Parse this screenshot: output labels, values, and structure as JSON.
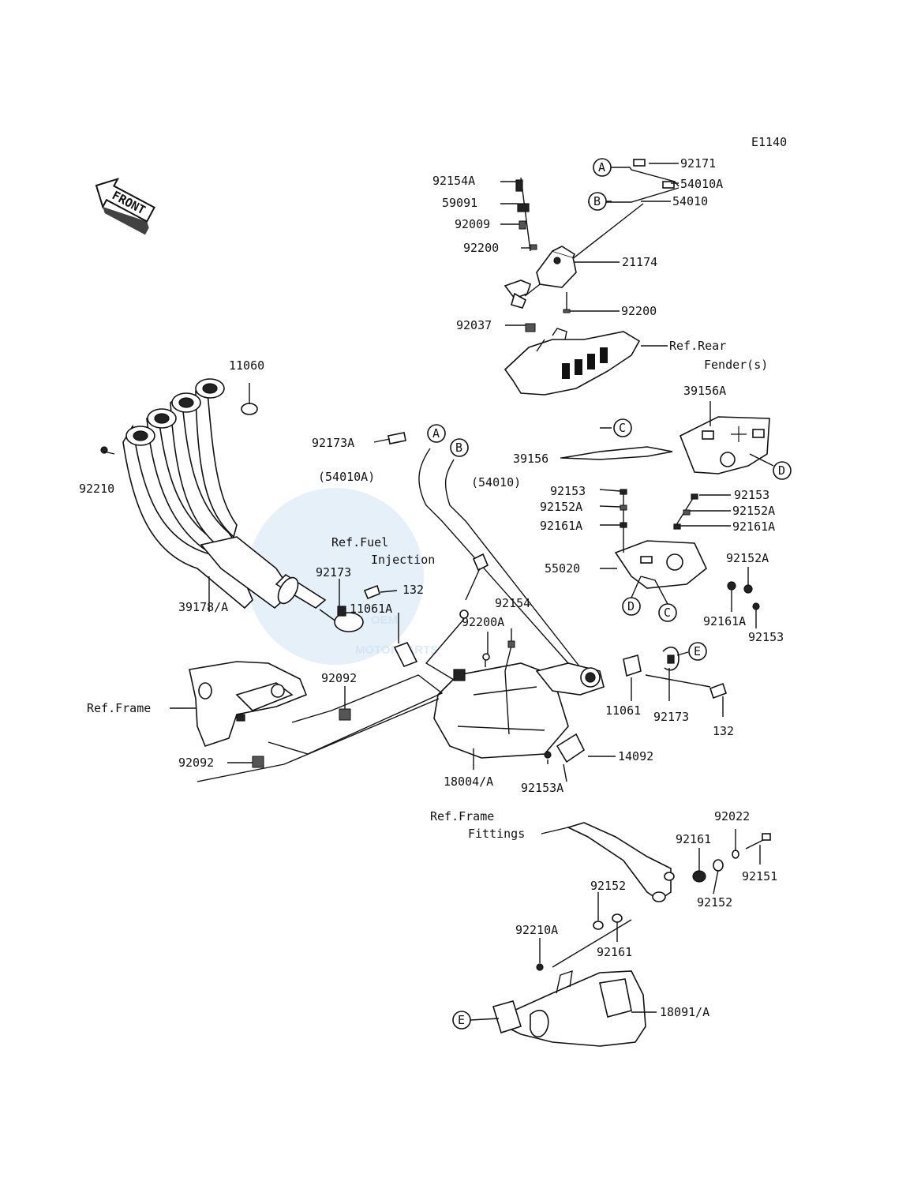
{
  "diagram_code": "E1140",
  "front_label": "FRONT",
  "watermark": {
    "brand": "OEM",
    "sub": "MOTORPARTS"
  },
  "callouts": {
    "A": "A",
    "B": "B",
    "C": "C",
    "D": "D",
    "E": "E"
  },
  "parts": {
    "p92171": "92171",
    "p92154A": "92154A",
    "p54010A": "54010A",
    "p59091": "59091",
    "p54010": "54010",
    "p92009": "92009",
    "p92200_top": "92200",
    "p21174": "21174",
    "p92200_mid": "92200",
    "p92037": "92037",
    "ref_rear_fender_1": "Ref.Rear",
    "ref_rear_fender_2": "Fender(s)",
    "p11060": "11060",
    "p39156A": "39156A",
    "p92173A": "92173A",
    "p39156": "39156",
    "p92210": "92210",
    "p54010A_paren": "(54010A)",
    "p54010_paren": "(54010)",
    "p92153_a": "92153",
    "p92153_b": "92153",
    "p92152A_a": "92152A",
    "p92152A_b": "92152A",
    "p92161A_a": "92161A",
    "p92161A_b": "92161A",
    "ref_fuel_1": "Ref.Fuel",
    "ref_fuel_2": "Injection",
    "p55020": "55020",
    "p92152A_c": "92152A",
    "p92173_a": "92173",
    "p132_a": "132",
    "p39178A": "39178/A",
    "p11061A": "11061A",
    "p92154": "92154",
    "p92200A": "92200A",
    "p92161A_c": "92161A",
    "p92153_c": "92153",
    "p92092_a": "92092",
    "ref_frame": "Ref.Frame",
    "p11061": "11061",
    "p92173_b": "92173",
    "p132_b": "132",
    "p92092_b": "92092",
    "p14092": "14092",
    "p18004A": "18004/A",
    "p92153A": "92153A",
    "ref_frame_fit_1": "Ref.Frame",
    "ref_frame_fit_2": "Fittings",
    "p92022": "92022",
    "p92161_a": "92161",
    "p92151": "92151",
    "p92152_a": "92152",
    "p92152_b": "92152",
    "p92210A": "92210A",
    "p92161_b": "92161",
    "p18091A": "18091/A"
  }
}
